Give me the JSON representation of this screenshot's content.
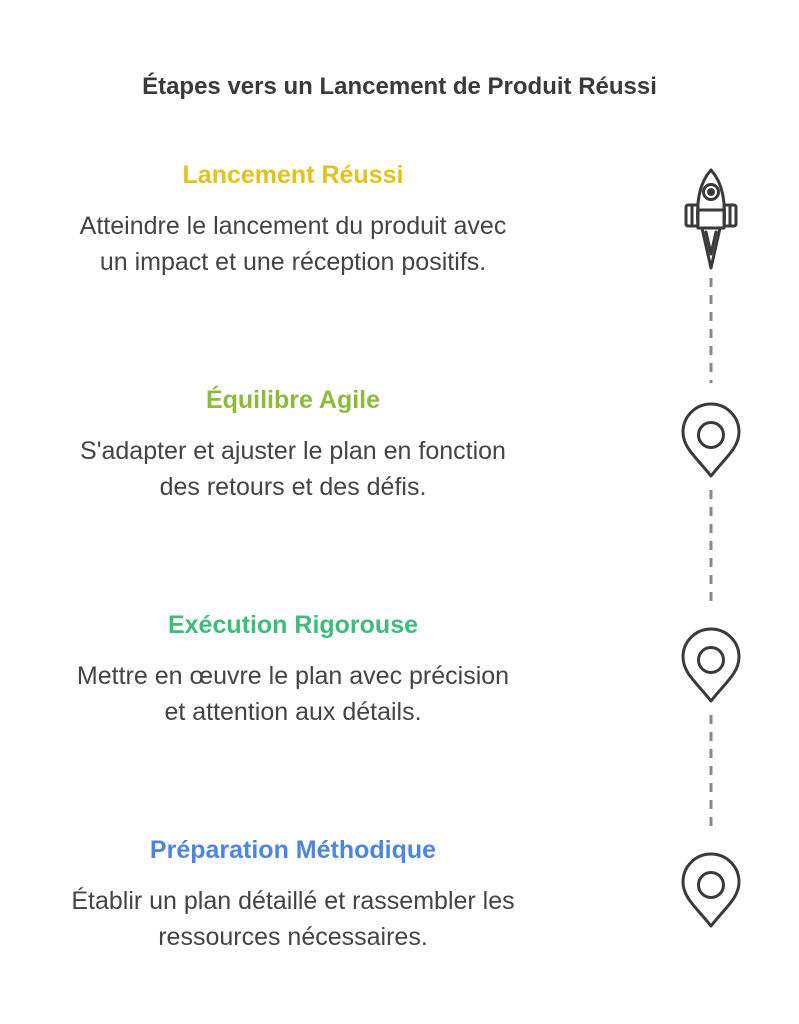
{
  "page": {
    "title": "Étapes vers un Lancement de Produit Réussi"
  },
  "steps": [
    {
      "title": "Lancement Réussi",
      "description_line1": "Atteindre le lancement du produit avec",
      "description_line2": "un impact et une réception positifs.",
      "color": "#e2c21c",
      "icon": "rocket-icon"
    },
    {
      "title": "Équilibre Agile",
      "description_line1": "S'adapter et ajuster le plan en fonction",
      "description_line2": "des retours et des défis.",
      "color": "#8cbb3c",
      "icon": "location-pin-icon"
    },
    {
      "title": "Exécution Rigorouse",
      "description_line1": "Mettre en œuvre le plan avec précision",
      "description_line2": "et attention aux détails.",
      "color": "#3cbd7c",
      "icon": "location-pin-icon"
    },
    {
      "title": "Préparation Méthodique",
      "description_line1": "Établir un plan détaillé et rassembler les",
      "description_line2": "ressources nécessaires.",
      "color": "#4b86e0",
      "icon": "location-pin-icon"
    }
  ],
  "colors": {
    "title_text": "#3a3a3a",
    "body_text": "#444444",
    "icon_stroke": "#3a3a3a",
    "connector": "#888888"
  }
}
